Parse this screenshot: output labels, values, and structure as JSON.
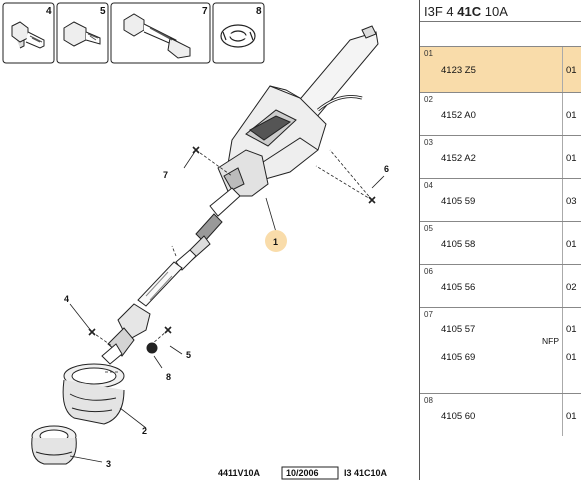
{
  "diagram": {
    "callouts": [
      {
        "label": "4",
        "kind": "thumbnail-4"
      },
      {
        "label": "5",
        "kind": "thumbnail-5"
      },
      {
        "label": "7",
        "kind": "thumbnail-7"
      },
      {
        "label": "8",
        "kind": "thumbnail-8"
      }
    ],
    "labels": {
      "p1": "1",
      "p2": "2",
      "p3": "3",
      "p4": "4",
      "p5": "5",
      "p6": "6",
      "p7": "7",
      "p8": "8"
    },
    "footer": {
      "ref": "4411V10A",
      "date": "10/2006",
      "code": "I3 41C10A"
    }
  },
  "parts_panel": {
    "header_prefix": "I3F 4",
    "header_bold": "41C",
    "header_suffix": "10A",
    "rows": [
      {
        "index": "01",
        "part": "4123 Z5",
        "qty": "01",
        "note": "",
        "highlight": true
      },
      {
        "index": "02",
        "part": "4152 A0",
        "qty": "01",
        "note": "",
        "highlight": false
      },
      {
        "index": "03",
        "part": "4152 A2",
        "qty": "01",
        "note": "",
        "highlight": false
      },
      {
        "index": "04",
        "part": "4105 59",
        "qty": "03",
        "note": "",
        "highlight": false
      },
      {
        "index": "05",
        "part": "4105 58",
        "qty": "01",
        "note": "",
        "highlight": false
      },
      {
        "index": "06",
        "part": "4105 56",
        "qty": "02",
        "note": "",
        "highlight": false
      },
      {
        "index": "07",
        "part": "4105 57",
        "part2": "4105 69",
        "qty": "01",
        "qty2": "01",
        "note": "NFP",
        "highlight": false
      },
      {
        "index": "08",
        "part": "4105 60",
        "qty": "01",
        "note": "",
        "highlight": false
      }
    ]
  }
}
